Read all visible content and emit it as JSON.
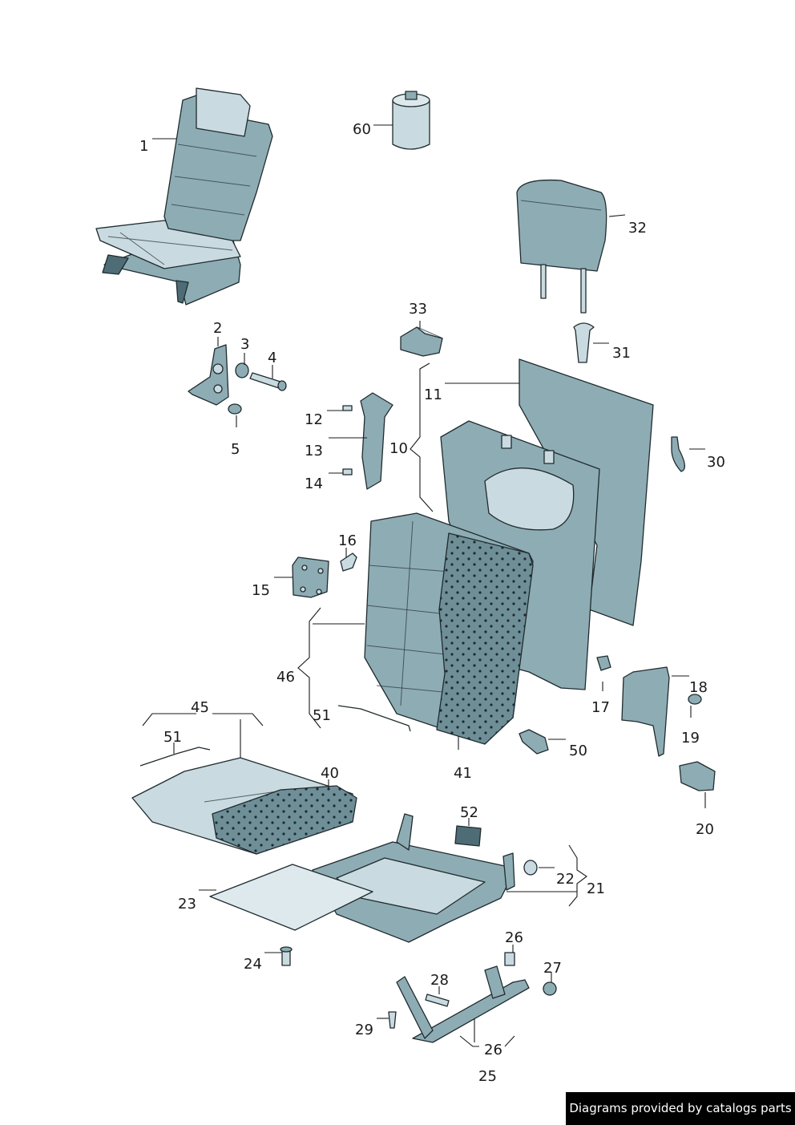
{
  "callouts": [
    "1",
    "2",
    "3",
    "4",
    "5",
    "10",
    "11",
    "12",
    "13",
    "14",
    "15",
    "16",
    "17",
    "18",
    "19",
    "20",
    "21",
    "22",
    "23",
    "24",
    "25",
    "26",
    "26",
    "27",
    "28",
    "29",
    "30",
    "31",
    "32",
    "33",
    "40",
    "41",
    "45",
    "46",
    "50",
    "51",
    "51",
    "52",
    "60"
  ],
  "footer": {
    "text": "Diagrams provided by catalogs parts"
  },
  "colors": {
    "part_fill": "#8eacb4",
    "part_light": "#c9dbe0",
    "outline": "#1f2b2e",
    "banner_bg": "#000000",
    "banner_text": "#ffffff"
  }
}
